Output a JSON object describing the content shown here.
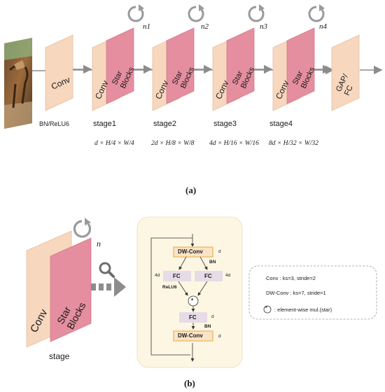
{
  "top": {
    "input_image": "horse-photo",
    "stem_block": "Conv",
    "stem_caption": "BN/ReLU6",
    "stages": [
      {
        "conv": "Conv",
        "blocks": "Star Blocks",
        "repeat": "n1",
        "label": "stage1",
        "dim": "d × H/4 × W/4"
      },
      {
        "conv": "Conv",
        "blocks": "Star Blocks",
        "repeat": "n2",
        "label": "stage2",
        "dim": "2d × H/8 × W/8"
      },
      {
        "conv": "Conv",
        "blocks": "Star Blocks",
        "repeat": "n3",
        "label": "stage3",
        "dim": "4d × H/16 × W/16"
      },
      {
        "conv": "Conv",
        "blocks": "Star Blocks",
        "repeat": "n4",
        "label": "stage4",
        "dim": "8d × H/32 × W/32"
      }
    ],
    "head": "GAP/ FC",
    "caption": "(a)"
  },
  "bottom": {
    "stage_conv": "Conv",
    "stage_blocks": "Star Blocks",
    "stage_repeat": "n",
    "stage_label": "stage",
    "block": {
      "dwconv_top": "DW-Conv",
      "d_top": "d",
      "bn_top": "BN",
      "fc_left": "FC",
      "fc_right": "FC",
      "dim_4d_left": "4d",
      "dim_4d_right": "4d",
      "relu": "ReLU6",
      "star": "*",
      "fc_mid": "FC",
      "d_mid": "d",
      "bn_mid": "BN",
      "dwconv_bot": "DW-Conv",
      "d_bot": "d"
    },
    "legend": [
      "Conv : ks=3, stride=2",
      "DW-Conv : ks=7, stride=1",
      ": element-wise mul.(star)"
    ],
    "legend_symbol": "*",
    "caption": "(b)"
  },
  "colors": {
    "conv_fill": "#f7d7bd",
    "star_fill": "#e48e9f",
    "bg_block": "#fdf6e2",
    "dw_fill": "#fbe3c6",
    "fc_fill": "#e6dce7",
    "arrow_gray": "#8c8c8c"
  }
}
